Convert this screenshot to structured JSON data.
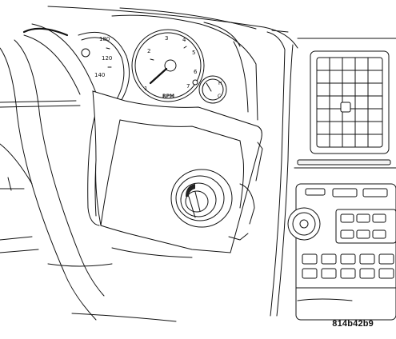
{
  "speedometer": {
    "labels": [
      "180",
      "120",
      "140"
    ]
  },
  "tachometer": {
    "numerals": [
      "1",
      "2",
      "3",
      "4",
      "5",
      "6",
      "7"
    ],
    "unit_label": "RPM"
  },
  "fuel_gauge": {
    "labels": [
      "H",
      "C"
    ]
  },
  "figure_id": "814b42b9"
}
